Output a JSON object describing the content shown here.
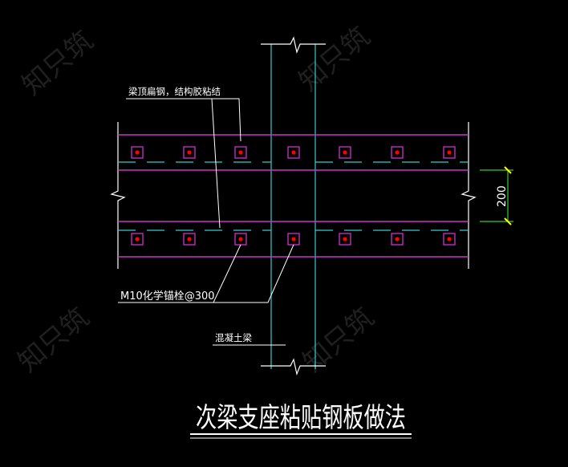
{
  "drawing": {
    "title": "次梁支座粘贴钢板做法",
    "labels": {
      "steel_plate": "梁顶扁钢，结构胶粘结",
      "anchor_bolt": "M10化学锚栓@300",
      "concrete_beam": "混凝土梁",
      "dimension": "200"
    },
    "watermark": "知只筑",
    "colors": {
      "background": "#000000",
      "plate_line": "#cc33cc",
      "centerline": "#33cccc",
      "bolt_fill": "#ff0000",
      "leader": "#ffffff",
      "dimension": "#33cc33",
      "dimension_tick": "#ffff00",
      "outline": "#ffffff"
    }
  }
}
